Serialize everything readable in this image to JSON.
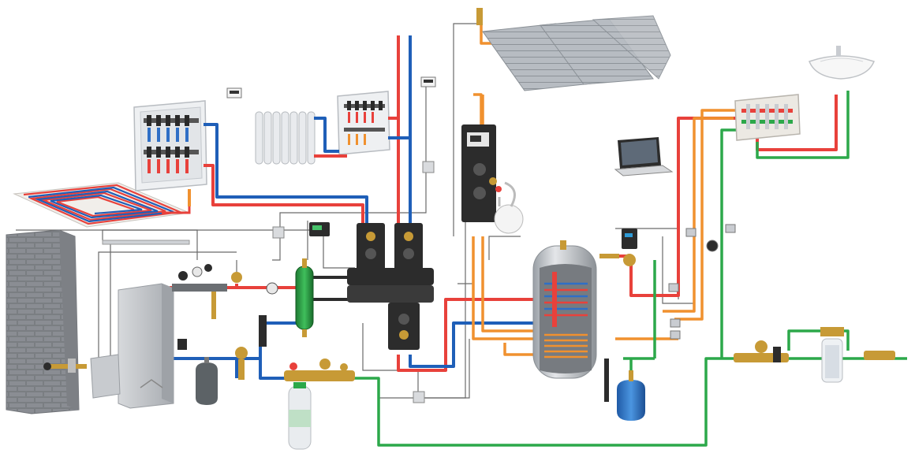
{
  "diagram": {
    "title": "",
    "colors": {
      "hot": "#e8413b",
      "cold": "#1f5fb8",
      "solar": "#f0912f",
      "water": "#2ca84a",
      "control": "#6a6a6a",
      "steel": "#c9ccd1",
      "dark": "#2c2c2c",
      "brick": "#8f9298",
      "vessel": "#2f7fd0",
      "grey_vessel": "#5c6266"
    },
    "components": [
      {
        "id": "wall",
        "icon": "chimney-wall-icon"
      },
      {
        "id": "boiler",
        "icon": "boiler-icon"
      },
      {
        "id": "underfloor",
        "icon": "underfloor-heating-loop-icon"
      },
      {
        "id": "manifold-cabinet-left",
        "icon": "manifold-cabinet-icon"
      },
      {
        "id": "radiator",
        "icon": "radiator-icon"
      },
      {
        "id": "manifold-cabinet-center",
        "icon": "manifold-cabinet-icon"
      },
      {
        "id": "thermostat-left",
        "icon": "thermostat-icon"
      },
      {
        "id": "thermostat-center",
        "icon": "thermostat-icon"
      },
      {
        "id": "hydraulic-separator",
        "icon": "hydraulic-separator-icon"
      },
      {
        "id": "pump-groups",
        "icon": "pump-group-icon"
      },
      {
        "id": "controller",
        "icon": "controller-icon"
      },
      {
        "id": "solar-collectors",
        "icon": "solar-panel-icon"
      },
      {
        "id": "solar-station",
        "icon": "solar-pump-station-icon"
      },
      {
        "id": "solar-expansion-vessel",
        "icon": "expansion-vessel-icon"
      },
      {
        "id": "storage-tank",
        "icon": "hot-water-cylinder-icon"
      },
      {
        "id": "laptop",
        "icon": "laptop-icon"
      },
      {
        "id": "mixing-valve",
        "icon": "thermostatic-mixer-icon"
      },
      {
        "id": "sanitary-manifold",
        "icon": "manifold-cabinet-icon"
      },
      {
        "id": "washbasin",
        "icon": "washbasin-icon"
      },
      {
        "id": "blue-expansion-vessel",
        "icon": "expansion-vessel-icon"
      },
      {
        "id": "grey-expansion-vessel",
        "icon": "expansion-vessel-icon"
      },
      {
        "id": "water-filter",
        "icon": "water-filter-icon"
      },
      {
        "id": "softener-cartridge",
        "icon": "water-softener-icon"
      },
      {
        "id": "pressure-reducer",
        "icon": "pressure-reducer-icon"
      }
    ]
  }
}
